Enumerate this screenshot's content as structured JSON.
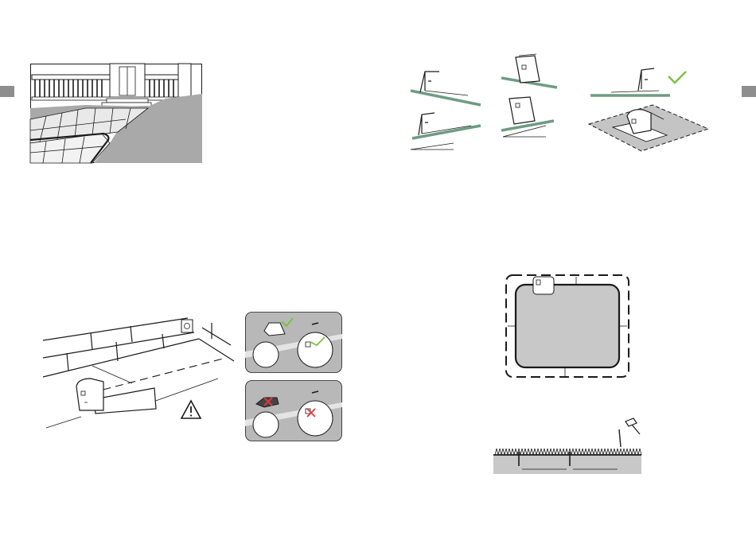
{
  "page": {
    "background": "#ffffff",
    "accent_green": "#6e9c83",
    "check_green": "#7ac143",
    "cross_red": "#e0363a",
    "panel_grey": "#b8b8b8"
  },
  "illustrations": [
    {
      "id": "house-lawn-scene",
      "icon": "house-porch-with-paved-path-and-lawn"
    },
    {
      "id": "slope-incorrect-placements",
      "icon": "station-on-slope-crossed"
    },
    {
      "id": "flat-correct-placement",
      "icon": "station-on-flat-ground",
      "status": "check-icon"
    },
    {
      "id": "station-wall-setup",
      "icon": "charging-station-near-wall-socket",
      "warning": "warning-triangle-icon"
    },
    {
      "id": "connector-correct",
      "icon": "plug-connection-zoom",
      "status": "check-icon"
    },
    {
      "id": "connector-incorrect",
      "icon": "plug-connection-zoom",
      "status": "cross-icon"
    },
    {
      "id": "boundary-map",
      "icon": "lawn-boundary-with-station"
    },
    {
      "id": "wire-peg-diagram",
      "icon": "boundary-wire-pegs-in-soil",
      "tool": "hammer-icon"
    }
  ]
}
